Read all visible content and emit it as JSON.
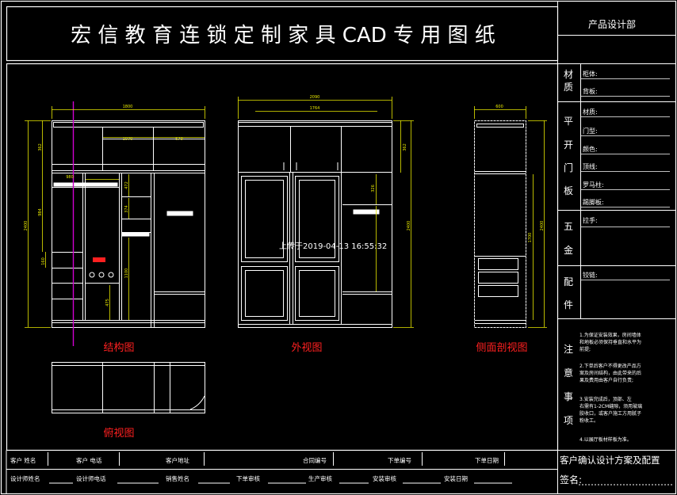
{
  "title": "宏 信 教 育 连 锁 定 制 家 具 CAD 专 用 图 纸",
  "right_panel": {
    "header": "产品设计部",
    "sections": [
      {
        "label": [
          "材",
          "质"
        ],
        "fields": [
          "柜体:",
          "背板:"
        ]
      },
      {
        "label": [
          "平",
          "开",
          "门",
          "板"
        ],
        "fields": [
          "材质:",
          "门型:",
          "颜色:",
          "顶线:",
          "罗马柱:",
          "踢脚板:"
        ]
      },
      {
        "label": [
          "五",
          "金"
        ],
        "fields": [
          "拉手:"
        ]
      },
      {
        "label": [
          "配",
          "件"
        ],
        "fields": [
          "铰链:"
        ]
      }
    ],
    "notes_label": [
      "注",
      "意",
      "事",
      "项"
    ],
    "notes": [
      [
        "1.为保证安装效果，房间墙体",
        "和地板必须保持垂直和水平为",
        "前提;"
      ],
      [
        "2.下单后客户不得更改产品方",
        "案及房间结构，由此带来的后",
        "果及费用由客户自行负责;"
      ],
      [
        "3.安装完成后，顶部、左",
        "右需有1-2CM缝隙，须用玻璃",
        "胶收口，或客户施工方用腻子",
        "粉收工。"
      ],
      [
        "4.以展厅板材样板为准。"
      ]
    ]
  },
  "views": {
    "structure": "结构图",
    "exterior": "外视图",
    "side": "侧面剖视图",
    "top": "俯视图"
  },
  "timestamp": "上传于2019-04-13 16:55:32",
  "dimensions": {
    "s_width": "1800",
    "s_top_mid": "1070",
    "s_top_right": "579",
    "s_hang": "980",
    "s_height": "2400",
    "s_top_h": "362",
    "s_mid_h": "984",
    "s_a": "472",
    "s_b": "374",
    "s_c": "1100",
    "s_d": "160",
    "s_e": "475",
    "e_width": "2090",
    "e_inner": "1764",
    "e_height": "2400",
    "e_top": "362",
    "e_side": "326",
    "side_width": "600",
    "side_height": "2400",
    "side_mid": "1700"
  },
  "bottom_table": {
    "row1": [
      "客户  姓名",
      "客户  电话",
      "客户地址",
      "合同编号",
      "下单编号",
      "下单日期"
    ],
    "row2": [
      "设计师姓名",
      "设计师电话",
      "销售姓名",
      "下单审核",
      "生产审核",
      "安装审核",
      "安装日期"
    ],
    "confirm": "客户确认设计方案及配置",
    "sign": "签名:"
  }
}
